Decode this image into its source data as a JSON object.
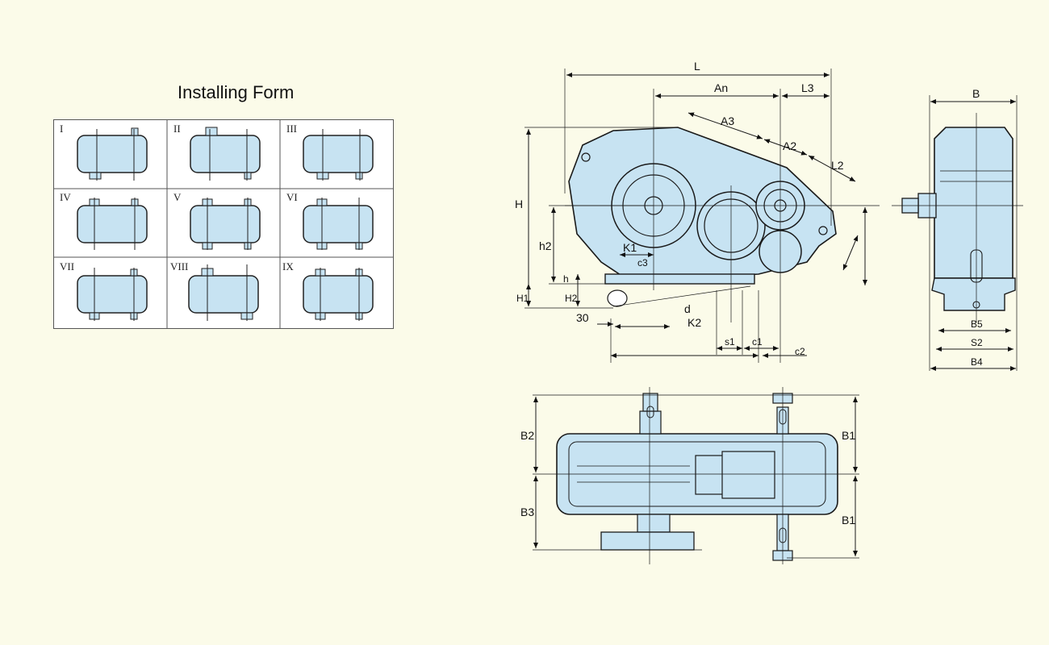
{
  "title": "Installing Form",
  "forms": [
    {
      "numeral": "I"
    },
    {
      "numeral": "II"
    },
    {
      "numeral": "III"
    },
    {
      "numeral": "IV"
    },
    {
      "numeral": "V"
    },
    {
      "numeral": "VI"
    },
    {
      "numeral": "VII"
    },
    {
      "numeral": "VIII"
    },
    {
      "numeral": "IX"
    }
  ],
  "side_view_labels": {
    "L": "L",
    "An": "An",
    "L3": "L3",
    "A3": "A3",
    "A2": "A2",
    "L2": "L2",
    "H": "H",
    "h2": "h2",
    "h": "h",
    "H1": "H1",
    "H2": "H2",
    "K1": "K1",
    "c3": "c3",
    "d": "d",
    "K2": "K2",
    "thirty": "30",
    "s1": "s1",
    "c1": "c1",
    "c2": "c2"
  },
  "end_view_labels": {
    "B": "B",
    "B5": "B5",
    "S2": "S2",
    "B4": "B4"
  },
  "top_view_labels": {
    "B2": "B2",
    "B3": "B3",
    "B1a": "B1",
    "B1b": "B1"
  },
  "colors": {
    "body_fill": "#c7e3f2",
    "line": "#1a1a1a",
    "background": "#fbfbe9"
  }
}
